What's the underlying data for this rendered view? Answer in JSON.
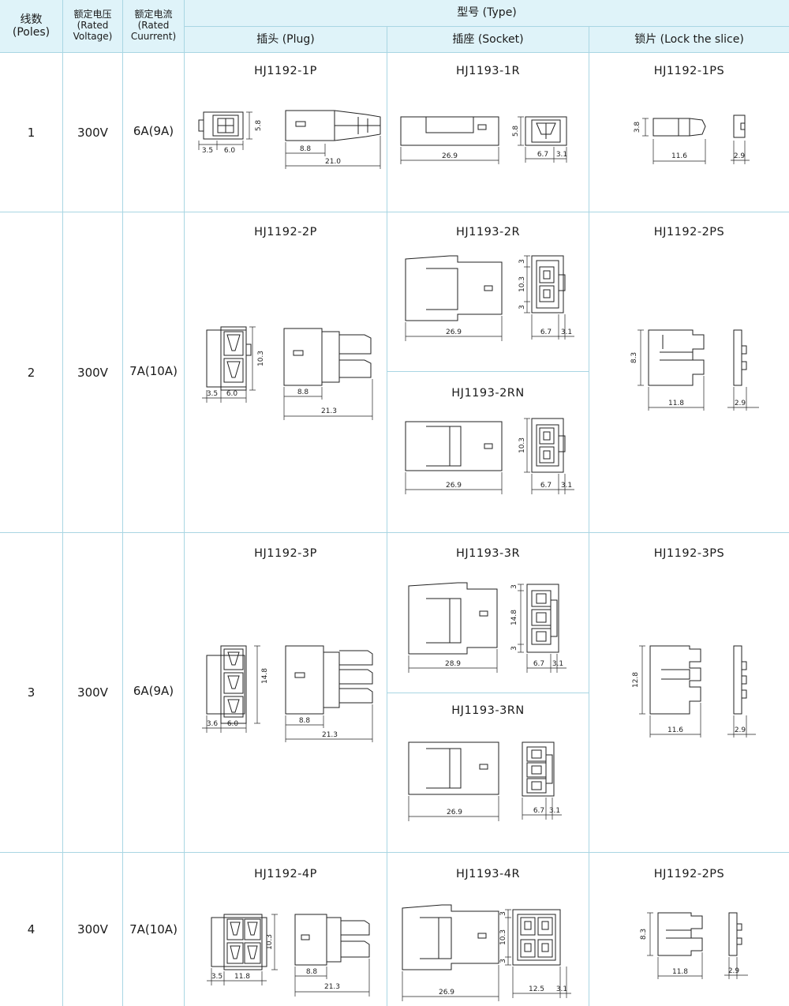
{
  "header": {
    "poles": [
      "线数",
      "(Poles)"
    ],
    "voltage": [
      "额定电压",
      "(Rated",
      "Voltage)"
    ],
    "current": [
      "额定电流",
      "(Rated",
      "Cuurrent)"
    ],
    "type": "型号 (Type)",
    "plug": "插头 (Plug)",
    "socket": "插座 (Socket)",
    "lock": "锁片 (Lock the slice)"
  },
  "rows": [
    {
      "poles": "1",
      "voltage": "300V",
      "current": "6A(9A)",
      "plug": {
        "model": "HJ1192-1P",
        "dims": [
          "3.5",
          "6.0",
          "5.8",
          "8.8",
          "21.0"
        ]
      },
      "sockets": [
        {
          "model": "HJ1193-1R",
          "dims": [
            "26.9",
            "5.8",
            "6.7",
            "3.1"
          ]
        }
      ],
      "lock": {
        "model": "HJ1192-1PS",
        "dims": [
          "3.8",
          "11.6",
          "2.9"
        ]
      }
    },
    {
      "poles": "2",
      "voltage": "300V",
      "current": "7A(10A)",
      "plug": {
        "model": "HJ1192-2P",
        "dims": [
          "10.3",
          "3.5",
          "6.0",
          "8.8",
          "21.3"
        ]
      },
      "sockets": [
        {
          "model": "HJ1193-2R",
          "dims": [
            "3",
            "10.3",
            "3",
            "26.9",
            "6.7",
            "3.1"
          ]
        },
        {
          "model": "HJ1193-2RN",
          "dims": [
            "10.3",
            "26.9",
            "6.7",
            "3.1"
          ]
        }
      ],
      "lock": {
        "model": "HJ1192-2PS",
        "dims": [
          "8.3",
          "11.8",
          "2.9"
        ]
      }
    },
    {
      "poles": "3",
      "voltage": "300V",
      "current": "6A(9A)",
      "plug": {
        "model": "HJ1192-3P",
        "dims": [
          "14.8",
          "3.6",
          "6.0",
          "8.8",
          "21.3"
        ]
      },
      "sockets": [
        {
          "model": "HJ1193-3R",
          "dims": [
            "3",
            "14.8",
            "3",
            "28.9",
            "6.7",
            "3.1"
          ]
        },
        {
          "model": "HJ1193-3RN",
          "dims": [
            "26.9",
            "6.7",
            "3.1"
          ]
        }
      ],
      "lock": {
        "model": "HJ1192-3PS",
        "dims": [
          "12.8",
          "11.6",
          "2.9"
        ]
      }
    },
    {
      "poles": "4",
      "voltage": "300V",
      "current": "7A(10A)",
      "plug": {
        "model": "HJ1192-4P",
        "dims": [
          "10.3",
          "3.5",
          "11.8",
          "8.8",
          "21.3"
        ]
      },
      "sockets": [
        {
          "model": "HJ1193-4R",
          "dims": [
            "3",
            "10.3",
            "3",
            "26.9",
            "12.5",
            "3.1"
          ]
        }
      ],
      "lock": {
        "model": "HJ1192-2PS",
        "dims": [
          "8.3",
          "11.8",
          "2.9"
        ]
      }
    }
  ]
}
